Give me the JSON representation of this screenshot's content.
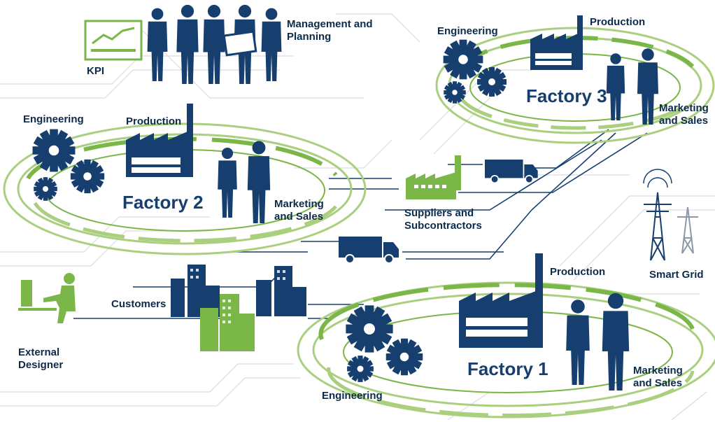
{
  "labels": {
    "management_planning": [
      "Management and",
      "Planning"
    ],
    "kpi": "KPI",
    "factory3": {
      "title": "Factory 3",
      "engineering": "Engineering",
      "production": "Production",
      "marketing_sales": [
        "Marketing",
        "and Sales"
      ]
    },
    "factory2": {
      "title": "Factory  2",
      "engineering": "Engineering",
      "production": "Production",
      "marketing_sales": [
        "Marketing",
        "and Sales"
      ]
    },
    "factory1": {
      "title": "Factory 1",
      "engineering": "Engineering",
      "production": "Production",
      "marketing_sales": [
        "Marketing",
        "and Sales"
      ]
    },
    "suppliers": [
      "Suppliers and",
      "Subcontractors"
    ],
    "customers": "Customers",
    "external_designer": [
      "External",
      "Designer"
    ],
    "smart_grid": "Smart Grid"
  },
  "colors": {
    "navy": "#163e6e",
    "dark_text": "#0c2b4b",
    "green": "#7ab648",
    "light_green": "#a9cf7f",
    "circuit": "#d8dde2"
  },
  "icons": [
    "gear-icon",
    "factory-icon",
    "person-icon",
    "truck-icon",
    "building-icon",
    "power-pylon-icon",
    "kpi-chart-icon",
    "designer-icon"
  ]
}
